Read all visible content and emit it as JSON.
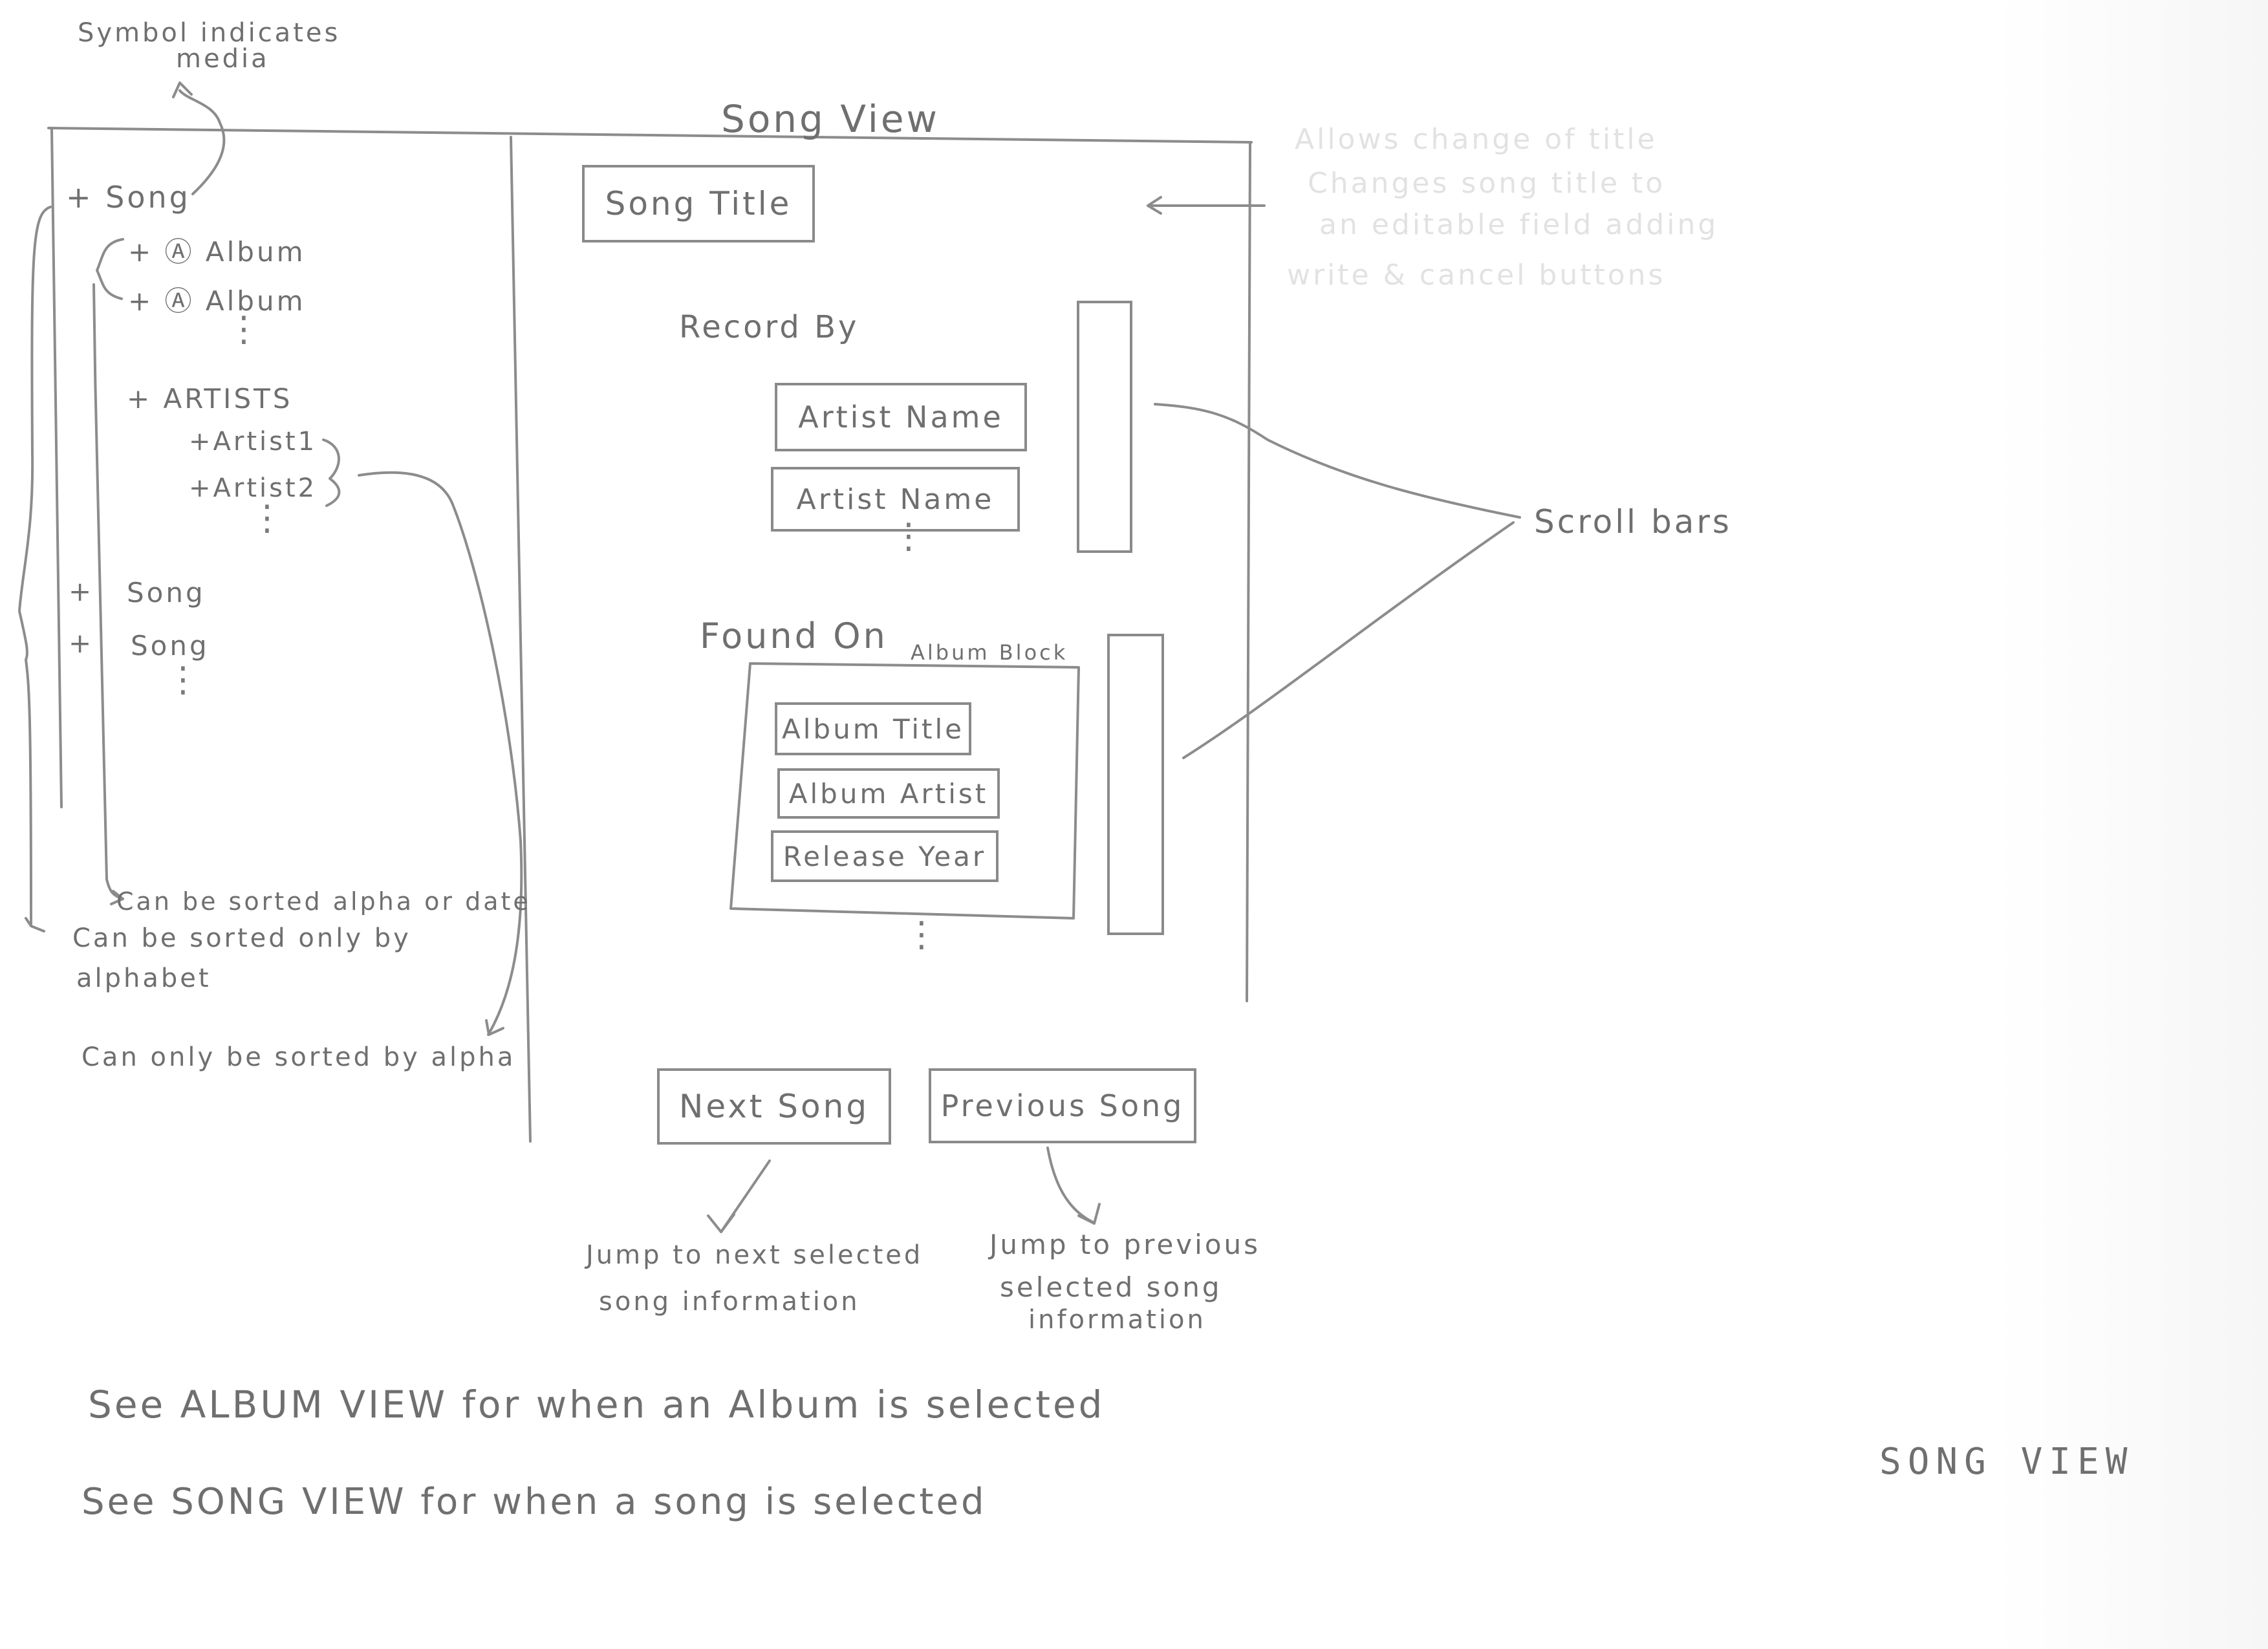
{
  "panel_title": "Song View",
  "media_note": {
    "line1": "Symbol indicates",
    "line2": "media"
  },
  "tree": {
    "song_root": "+ Song",
    "albums": [
      "+ Ⓐ Album",
      "+ Ⓐ Album"
    ],
    "artists_header": "+ ARTISTS",
    "artists": [
      "+Artist1",
      "+Artist2"
    ],
    "songs": [
      {
        "plus": "+",
        "label": "Song"
      },
      {
        "plus": "+",
        "label": "Song"
      }
    ]
  },
  "sort_notes": {
    "albums": "Can be sorted alpha or date",
    "songs_line1": "Can be sorted only by",
    "songs_line2": "alphabet",
    "artists": "Can only be sorted by alpha"
  },
  "song_title_box": "Song Title",
  "faint_note": {
    "line1": "Allows change of title",
    "line2": "Changes song title to",
    "line3": "an editable field adding",
    "line4": "write & cancel buttons"
  },
  "record_by": {
    "heading": "Record By",
    "artists": [
      "Artist Name",
      "Artist Name"
    ]
  },
  "found_on": {
    "heading": "Found On",
    "block_label": "Album Block",
    "fields": [
      "Album Title",
      "Album Artist",
      "Release Year"
    ]
  },
  "scroll_bars_label": "Scroll bars",
  "buttons": {
    "next": "Next Song",
    "previous": "Previous Song"
  },
  "button_notes": {
    "next_line1": "Jump to next selected",
    "next_line2": "song information",
    "prev_line1": "Jump to previous",
    "prev_line2": "selected song",
    "prev_line3": "information"
  },
  "footer": {
    "album_view": "See ALBUM VIEW for when an Album is selected",
    "song_view": "See SONG VIEW for when a song is selected"
  },
  "page_label": "SONG VIEW"
}
